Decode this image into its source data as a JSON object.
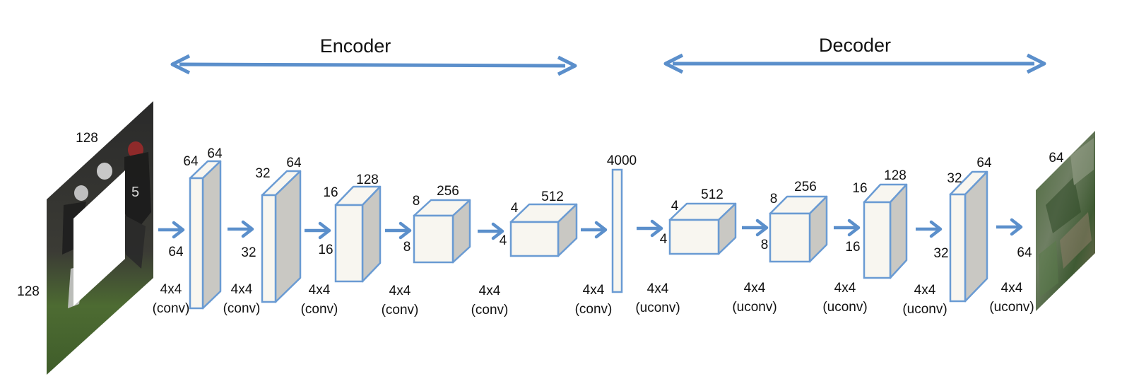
{
  "encoder": {
    "label": "Encoder"
  },
  "decoder": {
    "label": "Decoder"
  },
  "input_image": {
    "width": "128",
    "height": "128"
  },
  "output_image": {
    "width": "64",
    "height": "64"
  },
  "encoder_blocks": [
    {
      "depth": "64",
      "height": "64",
      "width": "64"
    },
    {
      "depth": "64",
      "height": "32",
      "width": "32"
    },
    {
      "depth": "128",
      "height": "16",
      "width": "16"
    },
    {
      "depth": "256",
      "height": "8",
      "width": "8"
    },
    {
      "depth": "512",
      "height": "4",
      "width": "4"
    }
  ],
  "bottleneck": {
    "size": "4000"
  },
  "decoder_blocks": [
    {
      "depth": "512",
      "height": "4",
      "width": "4"
    },
    {
      "depth": "256",
      "height": "8",
      "width": "8"
    },
    {
      "depth": "128",
      "height": "16",
      "width": "16"
    },
    {
      "depth": "64",
      "height": "32",
      "width": "32"
    }
  ],
  "operations": [
    {
      "kernel": "4x4",
      "type": "(conv)"
    },
    {
      "kernel": "4x4",
      "type": "(conv)"
    },
    {
      "kernel": "4x4",
      "type": "(conv)"
    },
    {
      "kernel": "4x4",
      "type": "(conv)"
    },
    {
      "kernel": "4x4",
      "type": "(conv)"
    },
    {
      "kernel": "4x4",
      "type": "(conv)"
    },
    {
      "kernel": "4x4",
      "type": "(uconv)"
    },
    {
      "kernel": "4x4",
      "type": "(uconv)"
    },
    {
      "kernel": "4x4",
      "type": "(uconv)"
    },
    {
      "kernel": "4x4",
      "type": "(uconv)"
    },
    {
      "kernel": "4x4",
      "type": "(uconv)"
    }
  ],
  "colors": {
    "arrow": "#5b8fcb",
    "box_front": "#f8f6f0",
    "box_side": "#c9c8c3",
    "box_edge": "#6a9bd3"
  }
}
